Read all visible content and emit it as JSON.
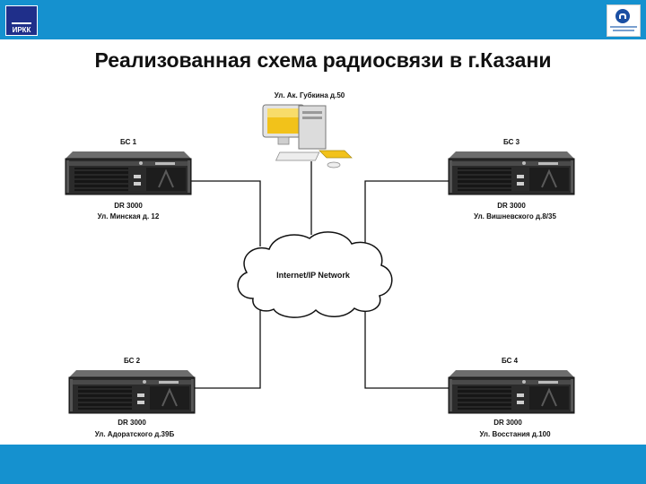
{
  "header": {
    "title": "Реализованная схема радиосвязи в г.Казани",
    "left_logo_text": "ИРКК",
    "left_logo_icon": "harp-logo-icon",
    "right_logo_icon": "motorola-logo-icon",
    "bar_color": "#1591cf"
  },
  "server": {
    "address": "Ул. Ак. Губкина д.50",
    "icon": "computer-icon"
  },
  "network": {
    "label": "Internet/IP Network",
    "icon": "cloud-icon"
  },
  "stations": [
    {
      "name": "БС 1",
      "model": "DR 3000",
      "address": "Ул. Минская д. 12"
    },
    {
      "name": "БС 3",
      "model": "DR 3000",
      "address": "Ул. Вишневского д.8/35"
    },
    {
      "name": "БС 2",
      "model": "DR 3000",
      "address": "Ул. Адоратского д.39Б"
    },
    {
      "name": "БС 4",
      "model": "DR 3000",
      "address": "Ул. Восстания д.100"
    }
  ]
}
